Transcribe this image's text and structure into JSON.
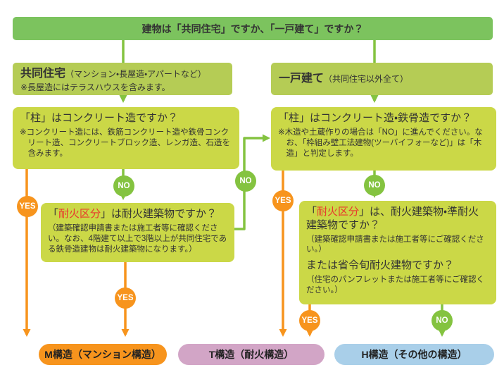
{
  "colors": {
    "header_green": "#7cc35e",
    "type_box_green": "#b5cc55",
    "question_box_lime": "#cbd847",
    "yes_orange": "#f7941d",
    "no_green": "#84c340",
    "result_m_orange": "#f7941d",
    "result_t_pink": "#d2a5c6",
    "result_h_blue": "#a9cfe9",
    "red_accent": "#e8382d",
    "text": "#333333"
  },
  "flow": {
    "header": {
      "label": "建物は「共同住宅」ですか、「一戸建て」ですか？"
    },
    "labels": {
      "yes": "YES",
      "no": "NO"
    },
    "left": {
      "type_box": {
        "title": "共同住宅",
        "subtitle": "（マンション・長屋造・アパートなど）",
        "note": "※長屋造にはテラスハウスを含みます。"
      },
      "pillar_question": {
        "title": "「柱」はコンクリート造ですか？",
        "note": "※コンクリート造には、鉄筋コンクリート造や鉄骨コンクリート造、コンクリートブロック造、レンガ造、石造を含みます。"
      },
      "fire_question": {
        "title_prefix": "「",
        "title_red": "耐火区分",
        "title_suffix": "」は耐火建築物ですか？",
        "note": "（建築確認申請書または施工者等に確認ください。なお、4階建て以上で3階以上が共同住宅である鉄骨造建物は耐火建築物になります。）"
      }
    },
    "right": {
      "type_box": {
        "title": "一戸建て",
        "subtitle": "（共同住宅以外全て）"
      },
      "pillar_question": {
        "title": "「柱」はコンクリート造・鉄骨造ですか？",
        "note": "※木造や土蔵作りの場合は「NO」に進んでください。なお、「枠組み壁工法建物(ツーバイフォーなど)」は「木造」と判定します。"
      },
      "fire_question": {
        "title_prefix": "「",
        "title_red": "耐火区分",
        "title_suffix": "」は、耐火建築物・準耐火建築物ですか？",
        "note1": "（建築確認申請書または施工者等にご確認ください。）",
        "title2": "または省令旬耐火建物ですか？",
        "note2": "（住宅のパンフレットまたは施工者等にご確認ください。）"
      }
    },
    "results": [
      {
        "id": "m",
        "label": "M構造（マンション構造）",
        "color": "#f7941d"
      },
      {
        "id": "t",
        "label": "T構造（耐火構造）",
        "color": "#d2a5c6"
      },
      {
        "id": "h",
        "label": "H構造（その他の構造）",
        "color": "#a9cfe9"
      }
    ]
  }
}
